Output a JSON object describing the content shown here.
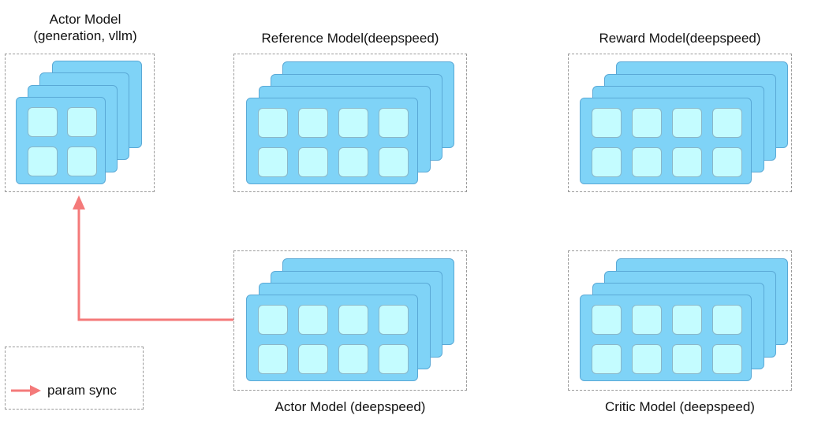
{
  "titles": {
    "actor_generation_line1": "Actor Model",
    "actor_generation_line2": "(generation, vllm)",
    "reference": "Reference Model(deepspeed)",
    "reward": "Reward Model(deepspeed)",
    "actor_train": "Actor Model (deepspeed)",
    "critic": "Critic Model (deepspeed)"
  },
  "legend": {
    "label": "param sync"
  },
  "colors": {
    "card_fill": "#7fd3f7",
    "card_border": "#5aa9d6",
    "gpu_fill": "#c4fcff",
    "arrow": "#f47a7a",
    "dash": "#9a9a9a"
  }
}
